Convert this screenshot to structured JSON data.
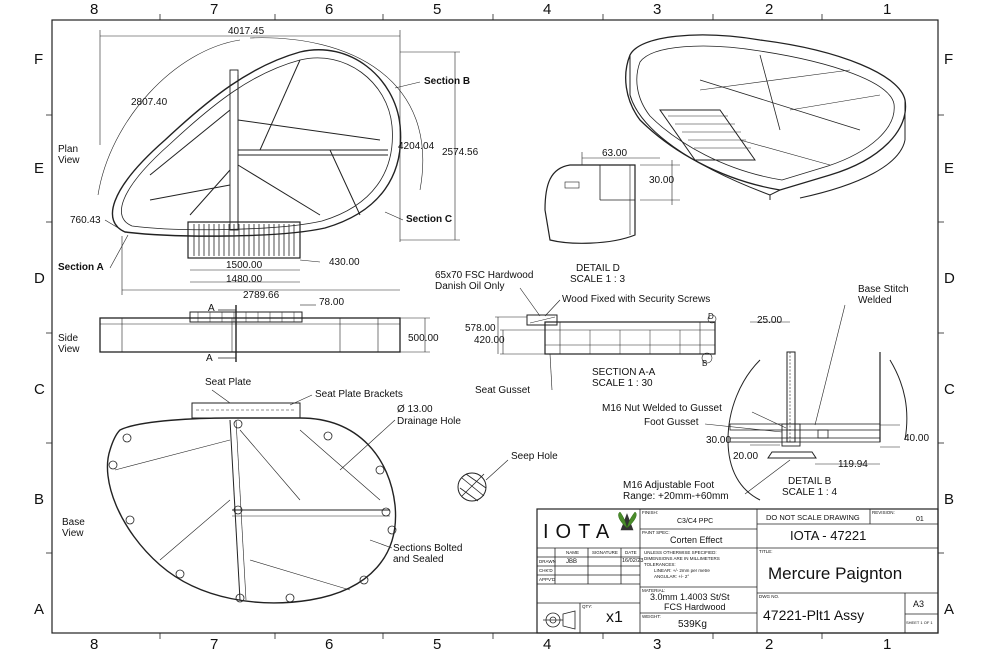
{
  "zones": {
    "top": [
      "8",
      "7",
      "6",
      "5",
      "4",
      "3",
      "2",
      "1"
    ],
    "bottom": [
      "8",
      "7",
      "6",
      "5",
      "4",
      "3",
      "2",
      "1"
    ],
    "left": [
      "F",
      "E",
      "D",
      "C",
      "B",
      "A"
    ],
    "right": [
      "F",
      "E",
      "D",
      "C",
      "B",
      "A"
    ]
  },
  "plan_view": {
    "label": "Plan\nView",
    "dims": {
      "width_overall": "4017.45",
      "diag_left": "2807.40",
      "diag_right": "4204.04",
      "height_overall": "2574.56",
      "left_offset": "760.43",
      "seat_width": "1500.00",
      "seat_span": "1480.00",
      "overall_span": "2789.66",
      "seat_depth": "430.00"
    },
    "callouts": {
      "section_a": "Section A",
      "section_b": "Section B",
      "section_c": "Section C"
    }
  },
  "side_view": {
    "label": "Side\nView",
    "dims": {
      "height": "500.00",
      "seat_offset": "78.00"
    },
    "section_marks": [
      "A",
      "A"
    ]
  },
  "base_view": {
    "label": "Base\nView",
    "callouts": {
      "seat_plate": "Seat Plate",
      "seat_plate_brackets": "Seat Plate Brackets",
      "drainage_dia": "Ø 13.00",
      "drainage_hole": "Drainage Hole",
      "seep_hole": "Seep Hole",
      "sections_bolted": "Sections Bolted",
      "and_sealed": "and Sealed"
    }
  },
  "detail_d": {
    "dims": {
      "width": "63.00",
      "height": "30.00"
    },
    "title": "DETAIL D",
    "scale": "SCALE 1 : 3"
  },
  "section_aa": {
    "notes": {
      "hardwood_1": "65x70 FSC Hardwood",
      "hardwood_2": "Danish Oil Only",
      "wood_fixed": "Wood Fixed with Security Screws",
      "seat_gusset": "Seat Gusset"
    },
    "dims": {
      "overall": "578.00",
      "seat": "420.00"
    },
    "marks": {
      "d": "D",
      "b": "B"
    },
    "title": "SECTION A-A",
    "scale": "SCALE 1 : 30"
  },
  "detail_b": {
    "notes": {
      "base_stitch_1": "Base Stitch",
      "base_stitch_2": "Welded",
      "m16_nut": "M16 Nut Welded to Gusset",
      "foot_gusset": "Foot Gusset",
      "m16_foot_1": "M16 Adjustable Foot",
      "m16_foot_2": "Range: +20mm-+60mm"
    },
    "dims": {
      "top": "25.00",
      "h30": "30.00",
      "h20": "20.00",
      "h40": "40.00",
      "w": "119.94"
    },
    "title": "DETAIL B",
    "scale": "SCALE 1 : 4"
  },
  "title_block": {
    "logo": "IOTA",
    "finish_label": "FINISH:",
    "finish": "C3/C4 PPC",
    "paint_label": "PAINT SPEC:",
    "paint": "Corten Effect",
    "do_not_scale": "DO NOT SCALE DRAWING",
    "revision_label": "REVISION:",
    "revision": "01",
    "project_no": "IOTA - 47221",
    "col_name": "NAME",
    "col_signature": "SIGNATURE",
    "col_date": "DATE",
    "row_drawn": "DRAWN",
    "row_chkd": "CHK'D",
    "row_apprd": "APPV'D",
    "drawn_by": "JBB",
    "drawn_date": "16/02/23",
    "tol_1": "UNLESS OTHERWISE SPECIFIED:",
    "tol_2": "DIMENSIONS ARE IN MILLIMETERS",
    "tol_3": "TOLERANCES:",
    "tol_4": "LINEAR: +/- 2mm per metre",
    "tol_5": "ANGULAR: +/- 2°",
    "title_label": "TITLE:",
    "title": "Mercure Paignton",
    "material_label": "MATERIAL:",
    "material_1": "3.0mm 1.4003 St/St",
    "material_2": "FCS Hardwood",
    "weight_label": "WEIGHT:",
    "weight": "539Kg",
    "qty_label": "QTY:",
    "qty": "x1",
    "dwg_label": "DWG NO.",
    "dwg_no": "47221-Plt1 Assy",
    "size": "A3",
    "sheet": "SHEET 1 OF 1"
  }
}
